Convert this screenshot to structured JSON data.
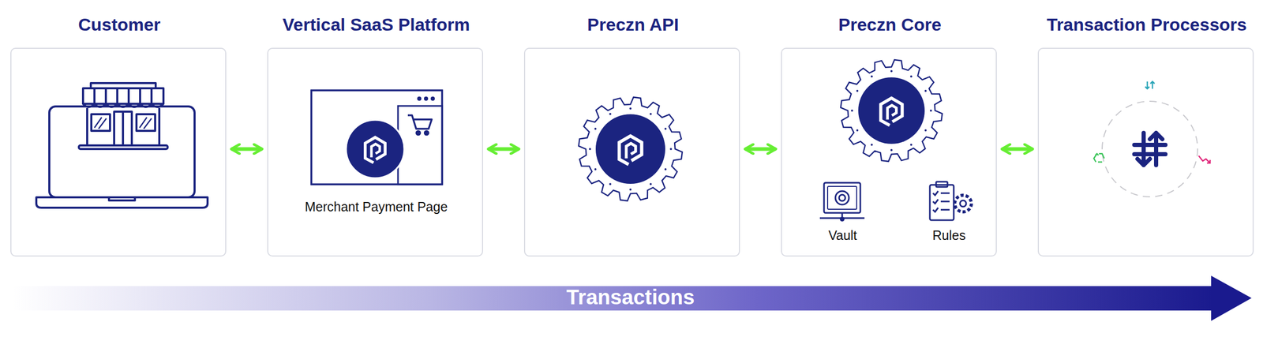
{
  "diagram": {
    "nodes": [
      {
        "text": [
          "Customer"
        ]
      },
      {
        "text": [
          "Vertical SaaS Platform",
          "Merchant Payment Page"
        ]
      },
      {
        "text": [
          "Preczn API"
        ]
      },
      {
        "text": [
          "Preczn Core",
          "Vault",
          "Rules"
        ]
      },
      {
        "text": [
          "Transaction Processors"
        ]
      },
      {
        "text": [
          "Transactions"
        ]
      }
    ],
    "edges": [
      {
        "from": 0,
        "to": 1,
        "arrow": "both"
      },
      {
        "from": 1,
        "to": 2,
        "arrow": "both"
      },
      {
        "from": 2,
        "to": 3,
        "arrow": "both"
      },
      {
        "from": 3,
        "to": 4,
        "arrow": "both"
      }
    ]
  }
}
